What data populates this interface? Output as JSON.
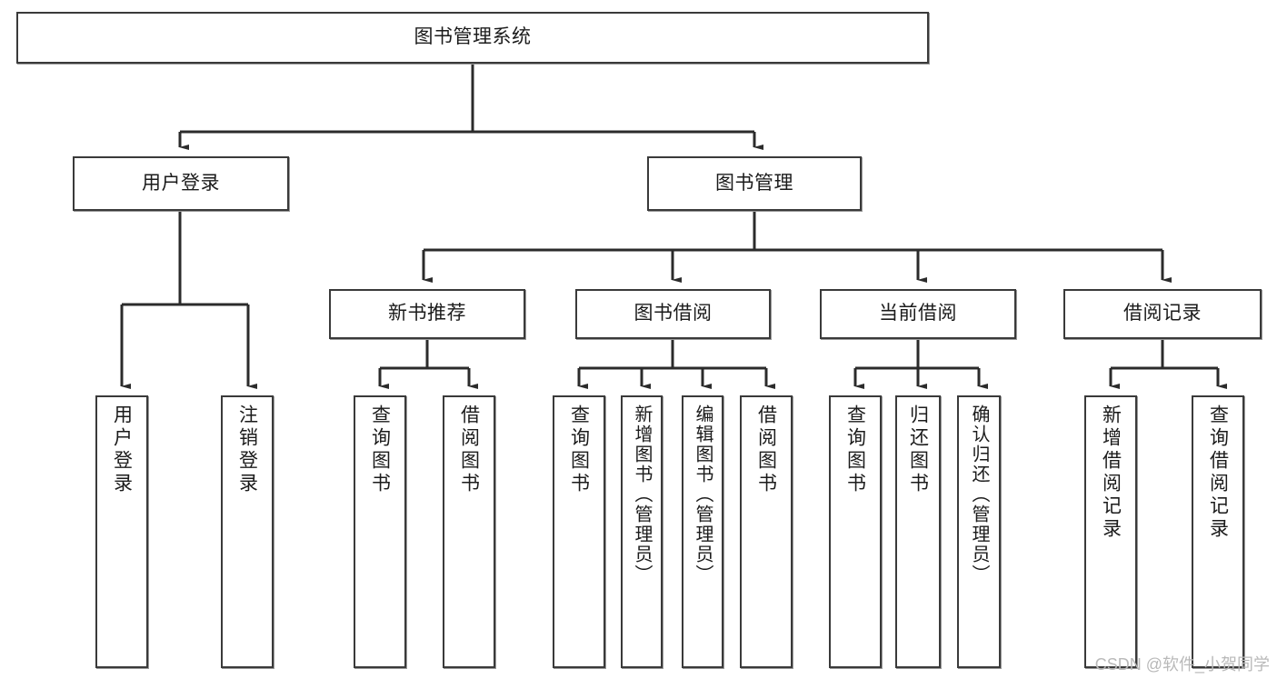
{
  "diagram": {
    "type": "tree",
    "title": "图书管理系统",
    "root": {
      "label": "图书管理系统"
    },
    "level1": [
      {
        "label": "用户登录"
      },
      {
        "label": "图书管理"
      }
    ],
    "level2": [
      {
        "label": "新书推荐"
      },
      {
        "label": "图书借阅"
      },
      {
        "label": "当前借阅"
      },
      {
        "label": "借阅记录"
      }
    ],
    "leaves": {
      "user_login": [
        {
          "label": "用户登录"
        },
        {
          "label": "注销登录"
        }
      ],
      "new_book": [
        {
          "label": "查询图书"
        },
        {
          "label": "借阅图书"
        }
      ],
      "book_borrow": [
        {
          "label": "查询图书"
        },
        {
          "label": "新增图书（管理员）"
        },
        {
          "label": "编辑图书（管理员）"
        },
        {
          "label": "借阅图书"
        }
      ],
      "current_borrow": [
        {
          "label": "查询图书"
        },
        {
          "label": "归还图书"
        },
        {
          "label": "确认归还（管理员）"
        }
      ],
      "borrow_record": [
        {
          "label": "新增借阅记录"
        },
        {
          "label": "查询借阅记录"
        }
      ]
    }
  },
  "watermark": {
    "text": "CSDN @软件_小贺同学"
  },
  "colors": {
    "box_border": "#3a3a3a",
    "box_fill": "#ffffff",
    "text": "#1b1b1b",
    "connector": "#2b2b2b",
    "watermark": "#b9b9b9"
  }
}
